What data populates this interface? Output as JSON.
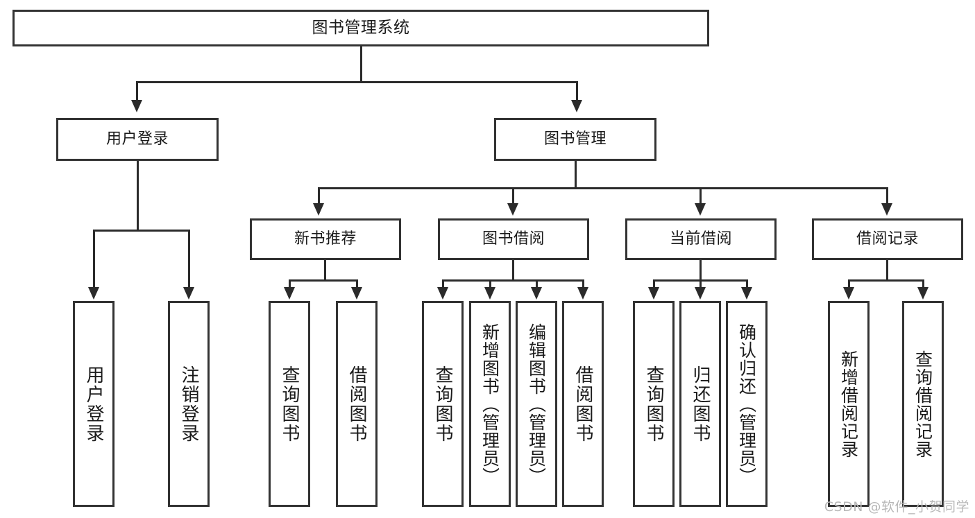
{
  "diagram": {
    "title": "图书管理系统",
    "type": "tree-hierarchy-chart",
    "root": {
      "label": "图书管理系统"
    },
    "level2": [
      {
        "label": "用户登录"
      },
      {
        "label": "图书管理"
      }
    ],
    "level3": [
      {
        "label": "新书推荐"
      },
      {
        "label": "图书借阅"
      },
      {
        "label": "当前借阅"
      },
      {
        "label": "借阅记录"
      }
    ],
    "leaves": {
      "user_login": [
        {
          "label": "用户登录"
        },
        {
          "label": "注销登录"
        }
      ],
      "new_book_recommend": [
        {
          "label": "查询图书"
        },
        {
          "label": "借阅图书"
        }
      ],
      "book_borrow": [
        {
          "label": "查询图书"
        },
        {
          "label": "新增图书（管理员）"
        },
        {
          "label": "编辑图书（管理员）"
        },
        {
          "label": "借阅图书"
        }
      ],
      "current_borrow": [
        {
          "label": "查询图书"
        },
        {
          "label": "归还图书"
        },
        {
          "label": "确认归还（管理员）"
        }
      ],
      "borrow_record": [
        {
          "label": "新增借阅记录"
        },
        {
          "label": "查询借阅记录"
        }
      ]
    }
  },
  "watermark": {
    "text": "CSDN @软件_小贺同学"
  },
  "colors": {
    "box_border": "#333333",
    "line": "#2b2b2b",
    "background": "#ffffff",
    "text": "#1a1a1a",
    "watermark": "#b8b8b8"
  }
}
